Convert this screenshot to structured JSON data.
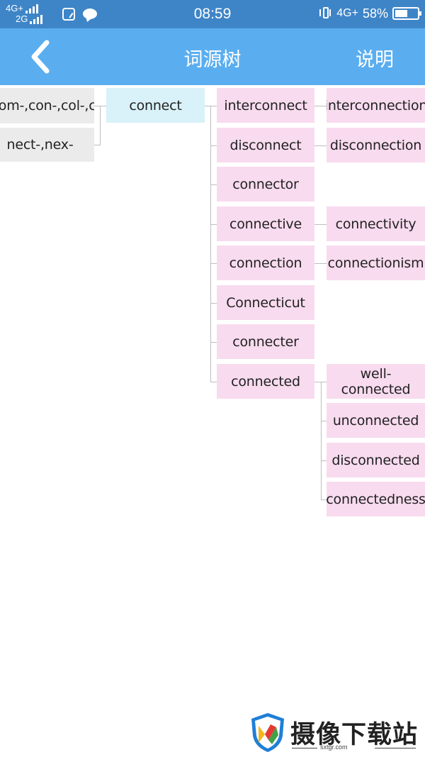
{
  "status_bar": {
    "network_top": "4G+",
    "network_bottom": "2G",
    "time": "08:59",
    "network_right": "4G+",
    "battery": "58%",
    "battery_level": 0.58,
    "icons": [
      "signal-icon",
      "app-icon",
      "message-icon",
      "vibrate-icon",
      "battery-icon"
    ]
  },
  "header": {
    "back_icon": "chevron-left-icon",
    "title": "词源树",
    "help_label": "说明"
  },
  "tree": {
    "roots": [
      "co-,com-,con-,col-,cor-",
      "nect-,nex-"
    ],
    "main": "connect",
    "children": [
      {
        "label": "interconnect",
        "derived": [
          "interconnection"
        ]
      },
      {
        "label": "disconnect",
        "derived": [
          "disconnection"
        ]
      },
      {
        "label": "connector",
        "derived": []
      },
      {
        "label": "connective",
        "derived": [
          "connectivity"
        ]
      },
      {
        "label": "connection",
        "derived": [
          "connectionism"
        ]
      },
      {
        "label": "Connecticut",
        "derived": []
      },
      {
        "label": "connecter",
        "derived": []
      },
      {
        "label": "connected",
        "derived": [
          "well-connected",
          "unconnected",
          "disconnected",
          "connectedness"
        ]
      }
    ]
  },
  "watermark": {
    "text": "摄像下载站",
    "url": "sxtgr.com"
  },
  "colors": {
    "status_bar": "#3e85c8",
    "header": "#5aaef0",
    "root_node": "#ebebeb",
    "main_node": "#d9f1f8",
    "child_node": "#f8dbef",
    "connector": "#bdbdbd"
  }
}
